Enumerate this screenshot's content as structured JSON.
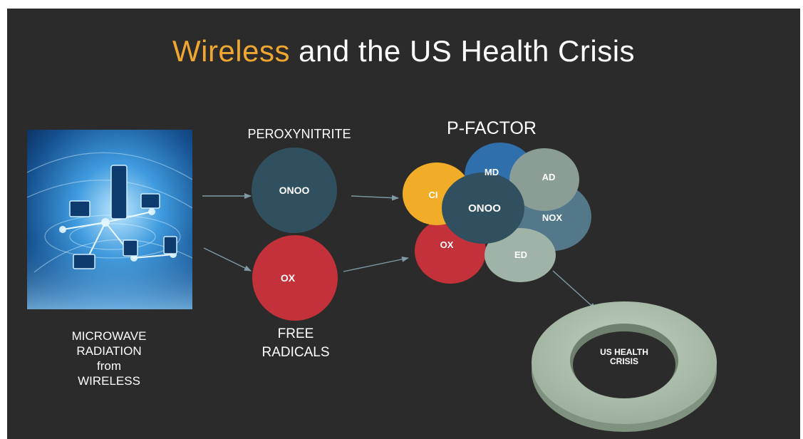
{
  "title": {
    "highlight": "Wireless",
    "rest": " and the US Health Crisis"
  },
  "left_caption": [
    "MICROWAVE",
    "RADIATION",
    "from",
    "WIRELESS"
  ],
  "peroxynitrite_label": "PEROXYNITRITE",
  "free_radicals_label": [
    "FREE",
    "RADICALS"
  ],
  "p_factor_label": "P-FACTOR",
  "nodes": {
    "onoo": "ONOO",
    "ox": "OX"
  },
  "cluster": {
    "md": "MD",
    "ad": "AD",
    "ci": "CI",
    "onoo": "ONOO",
    "nox": "NOX",
    "ox": "OX",
    "ed": "ED"
  },
  "outcome": [
    "US HEALTH",
    "CRISIS"
  ],
  "colors": {
    "background": "#2b2b2b",
    "title_accent": "#f0a630",
    "onoo": "#31505f",
    "ox": "#c3323a",
    "md": "#2f6fab",
    "ad": "#8a9e96",
    "ci": "#f2ad28",
    "nox": "#52788a",
    "ed": "#9fb3a6",
    "ring": "#a9bba9",
    "arrow": "#7e9ba5"
  },
  "illustration": {
    "icon": "wireless-network-devices-image"
  }
}
